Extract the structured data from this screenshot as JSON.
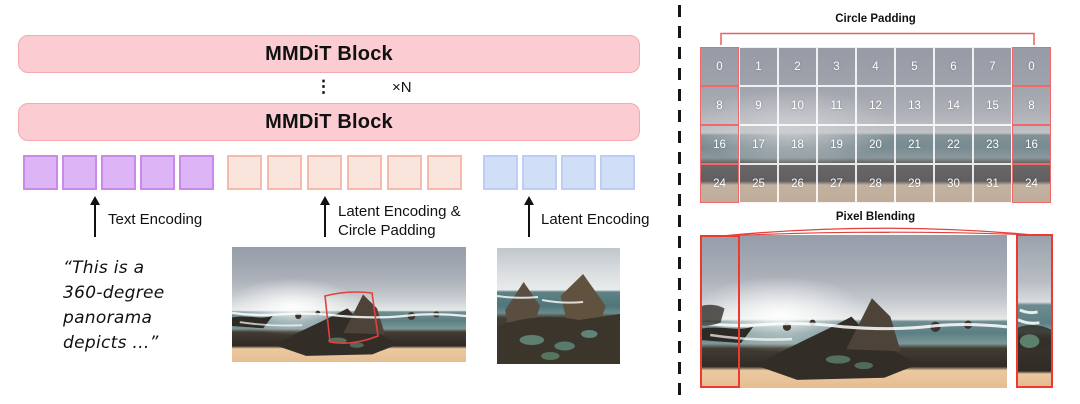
{
  "colors": {
    "accent_red": "#e2413c",
    "bright_red": "#ee392e",
    "grid_red": "#f1686a",
    "bracket_red": "#e96060",
    "block_fill": "#fbcdd2",
    "block_border": "#f4a9b1",
    "token_text_fill": "#ddb4f6",
    "token_text_border": "#c98be9",
    "token_pano_fill": "#fae5dd",
    "token_pano_border": "#f5bcae",
    "token_image_fill": "#d0def7",
    "token_image_border": "#bccff2"
  },
  "left_panel": {
    "mmdit_top": "MMDiT Block",
    "mmdit_bottom": "MMDiT Block",
    "stack_ellipsis": "⋮",
    "repeat_label": "×N",
    "tokens": {
      "text_count": 5,
      "pano_latent_count": 6,
      "image_latent_count": 4
    },
    "arrow_labels": {
      "text_encoding": "Text Encoding",
      "latent_circle_line1": "Latent Encoding &",
      "latent_circle_line2": "Circle Padding",
      "latent_encoding": "Latent Encoding"
    },
    "prompt_lines": [
      "“This is a",
      "360-degree",
      "panorama",
      "depicts ...”"
    ]
  },
  "right_panel": {
    "circle_padding_title": "Circle Padding",
    "grid_rows": [
      [
        "0",
        "1",
        "2",
        "3",
        "4",
        "5",
        "6",
        "7",
        "0"
      ],
      [
        "8",
        "9",
        "10",
        "11",
        "12",
        "13",
        "14",
        "15",
        "8"
      ],
      [
        "16",
        "17",
        "18",
        "19",
        "20",
        "21",
        "22",
        "23",
        "16"
      ],
      [
        "24",
        "25",
        "26",
        "27",
        "28",
        "29",
        "30",
        "31",
        "24"
      ]
    ],
    "pixel_blending_title": "Pixel Blending"
  }
}
